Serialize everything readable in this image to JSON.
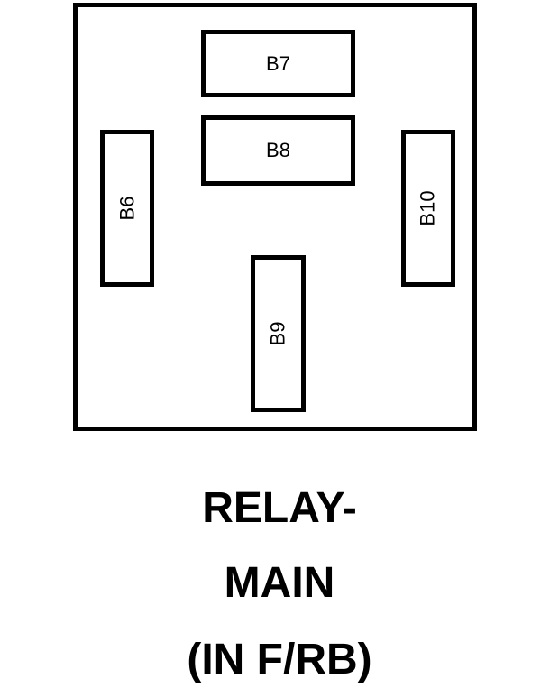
{
  "diagram": {
    "terminals": {
      "b7": "B7",
      "b8": "B8",
      "b6": "B6",
      "b10": "B10",
      "b9": "B9"
    },
    "caption": {
      "line1": "RELAY-",
      "line2": "MAIN",
      "line3": "(IN F/RB)"
    }
  }
}
